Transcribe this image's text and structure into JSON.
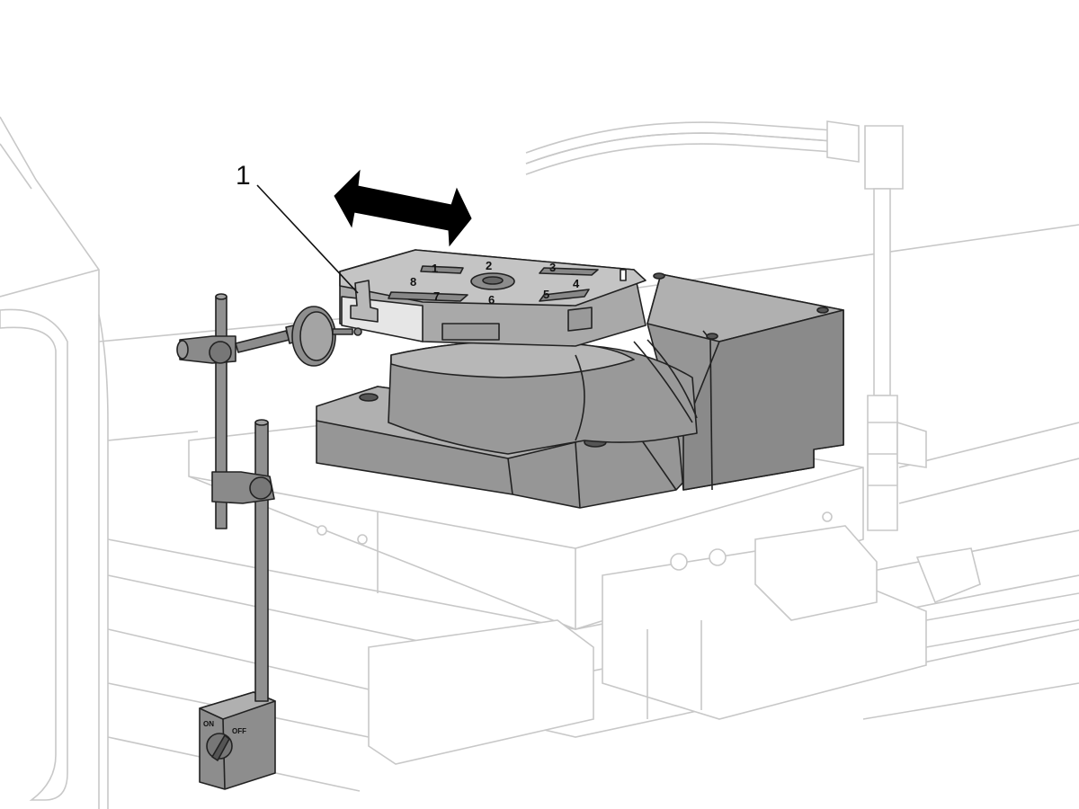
{
  "callout": {
    "number": "1"
  },
  "base_switch": {
    "on_label": "ON",
    "off_label": "OFF"
  },
  "table_numbers": [
    "1",
    "2",
    "3",
    "4",
    "5",
    "6",
    "7",
    "8"
  ],
  "colors": {
    "part_dark": "#8a8a8a",
    "part_mid": "#a3a3a3",
    "part_light": "#bdbdbd",
    "highlight": "#e6e6e6",
    "arrow": "#000000"
  },
  "icons": {
    "motion_arrow": "double-headed-arrow",
    "indicator": "dial-indicator"
  }
}
